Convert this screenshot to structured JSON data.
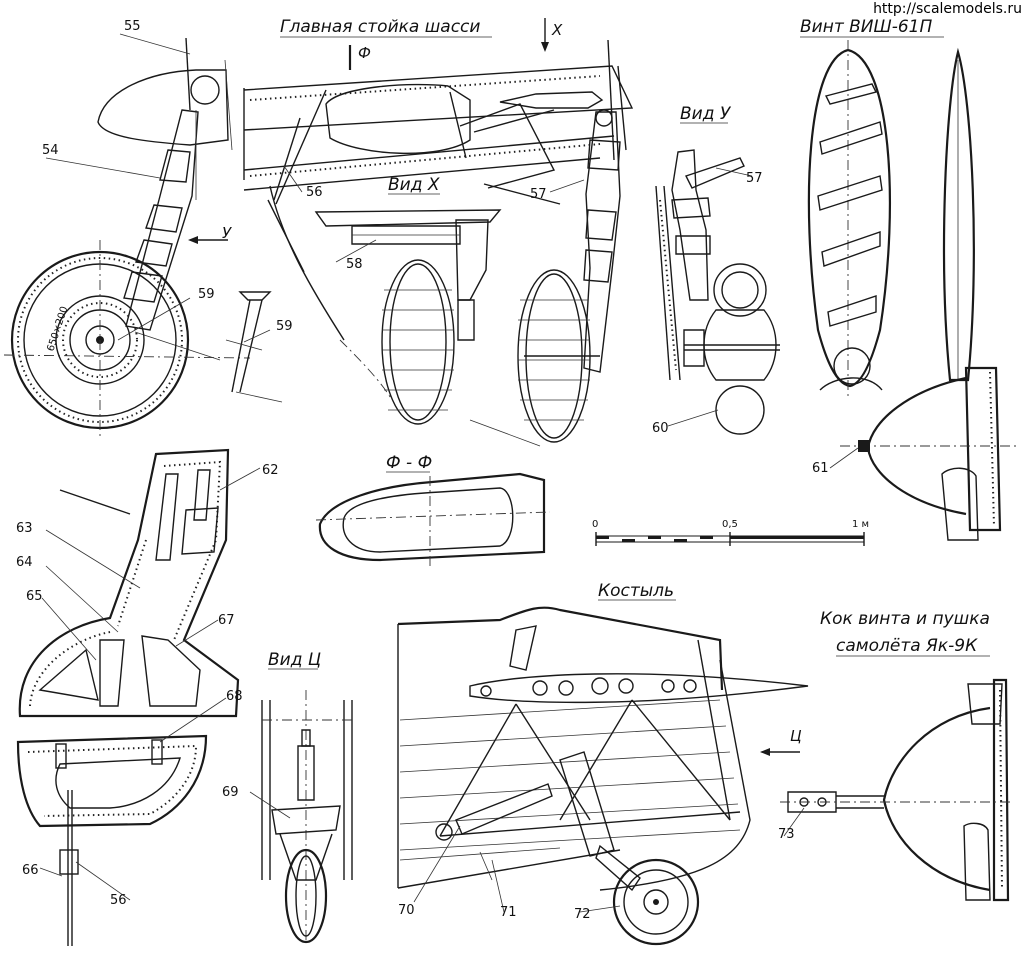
{
  "watermark": "http://scalemodels.ru",
  "titles": {
    "main_gear": "Главная стойка шасси",
    "propeller": "Винт ВИШ-61П",
    "view_x": "Вид Х",
    "view_u": "Вид У",
    "section_ff": "Ф - Ф",
    "tailwheel": "Костыль",
    "view_ts": "Вид Ц",
    "spinner_line1": "Кок винта и пушка",
    "spinner_line2": "самолёта Як-9К"
  },
  "view_markers": {
    "x_arrow": "Х",
    "f_marker": "Ф",
    "u_arrow": "У",
    "ts_arrow": "Ц"
  },
  "tire_size": "650×200",
  "scale_bar": {
    "tick_0": "0",
    "tick_mid": "0,5",
    "tick_end": "1 м"
  },
  "callouts": [
    {
      "id": "c55",
      "text": "55"
    },
    {
      "id": "c54",
      "text": "54"
    },
    {
      "id": "c59a",
      "text": "59"
    },
    {
      "id": "c59b",
      "text": "59"
    },
    {
      "id": "c56a",
      "text": "56"
    },
    {
      "id": "c58",
      "text": "58"
    },
    {
      "id": "c57a",
      "text": "57"
    },
    {
      "id": "c57b",
      "text": "57"
    },
    {
      "id": "c60",
      "text": "60"
    },
    {
      "id": "c61",
      "text": "61"
    },
    {
      "id": "c62",
      "text": "62"
    },
    {
      "id": "c63",
      "text": "63"
    },
    {
      "id": "c64",
      "text": "64"
    },
    {
      "id": "c65",
      "text": "65"
    },
    {
      "id": "c67",
      "text": "67"
    },
    {
      "id": "c68",
      "text": "68"
    },
    {
      "id": "c66",
      "text": "66"
    },
    {
      "id": "c56b",
      "text": "56"
    },
    {
      "id": "c69",
      "text": "69"
    },
    {
      "id": "c70",
      "text": "70"
    },
    {
      "id": "c71",
      "text": "71"
    },
    {
      "id": "c72",
      "text": "72"
    },
    {
      "id": "c73",
      "text": "73"
    }
  ]
}
